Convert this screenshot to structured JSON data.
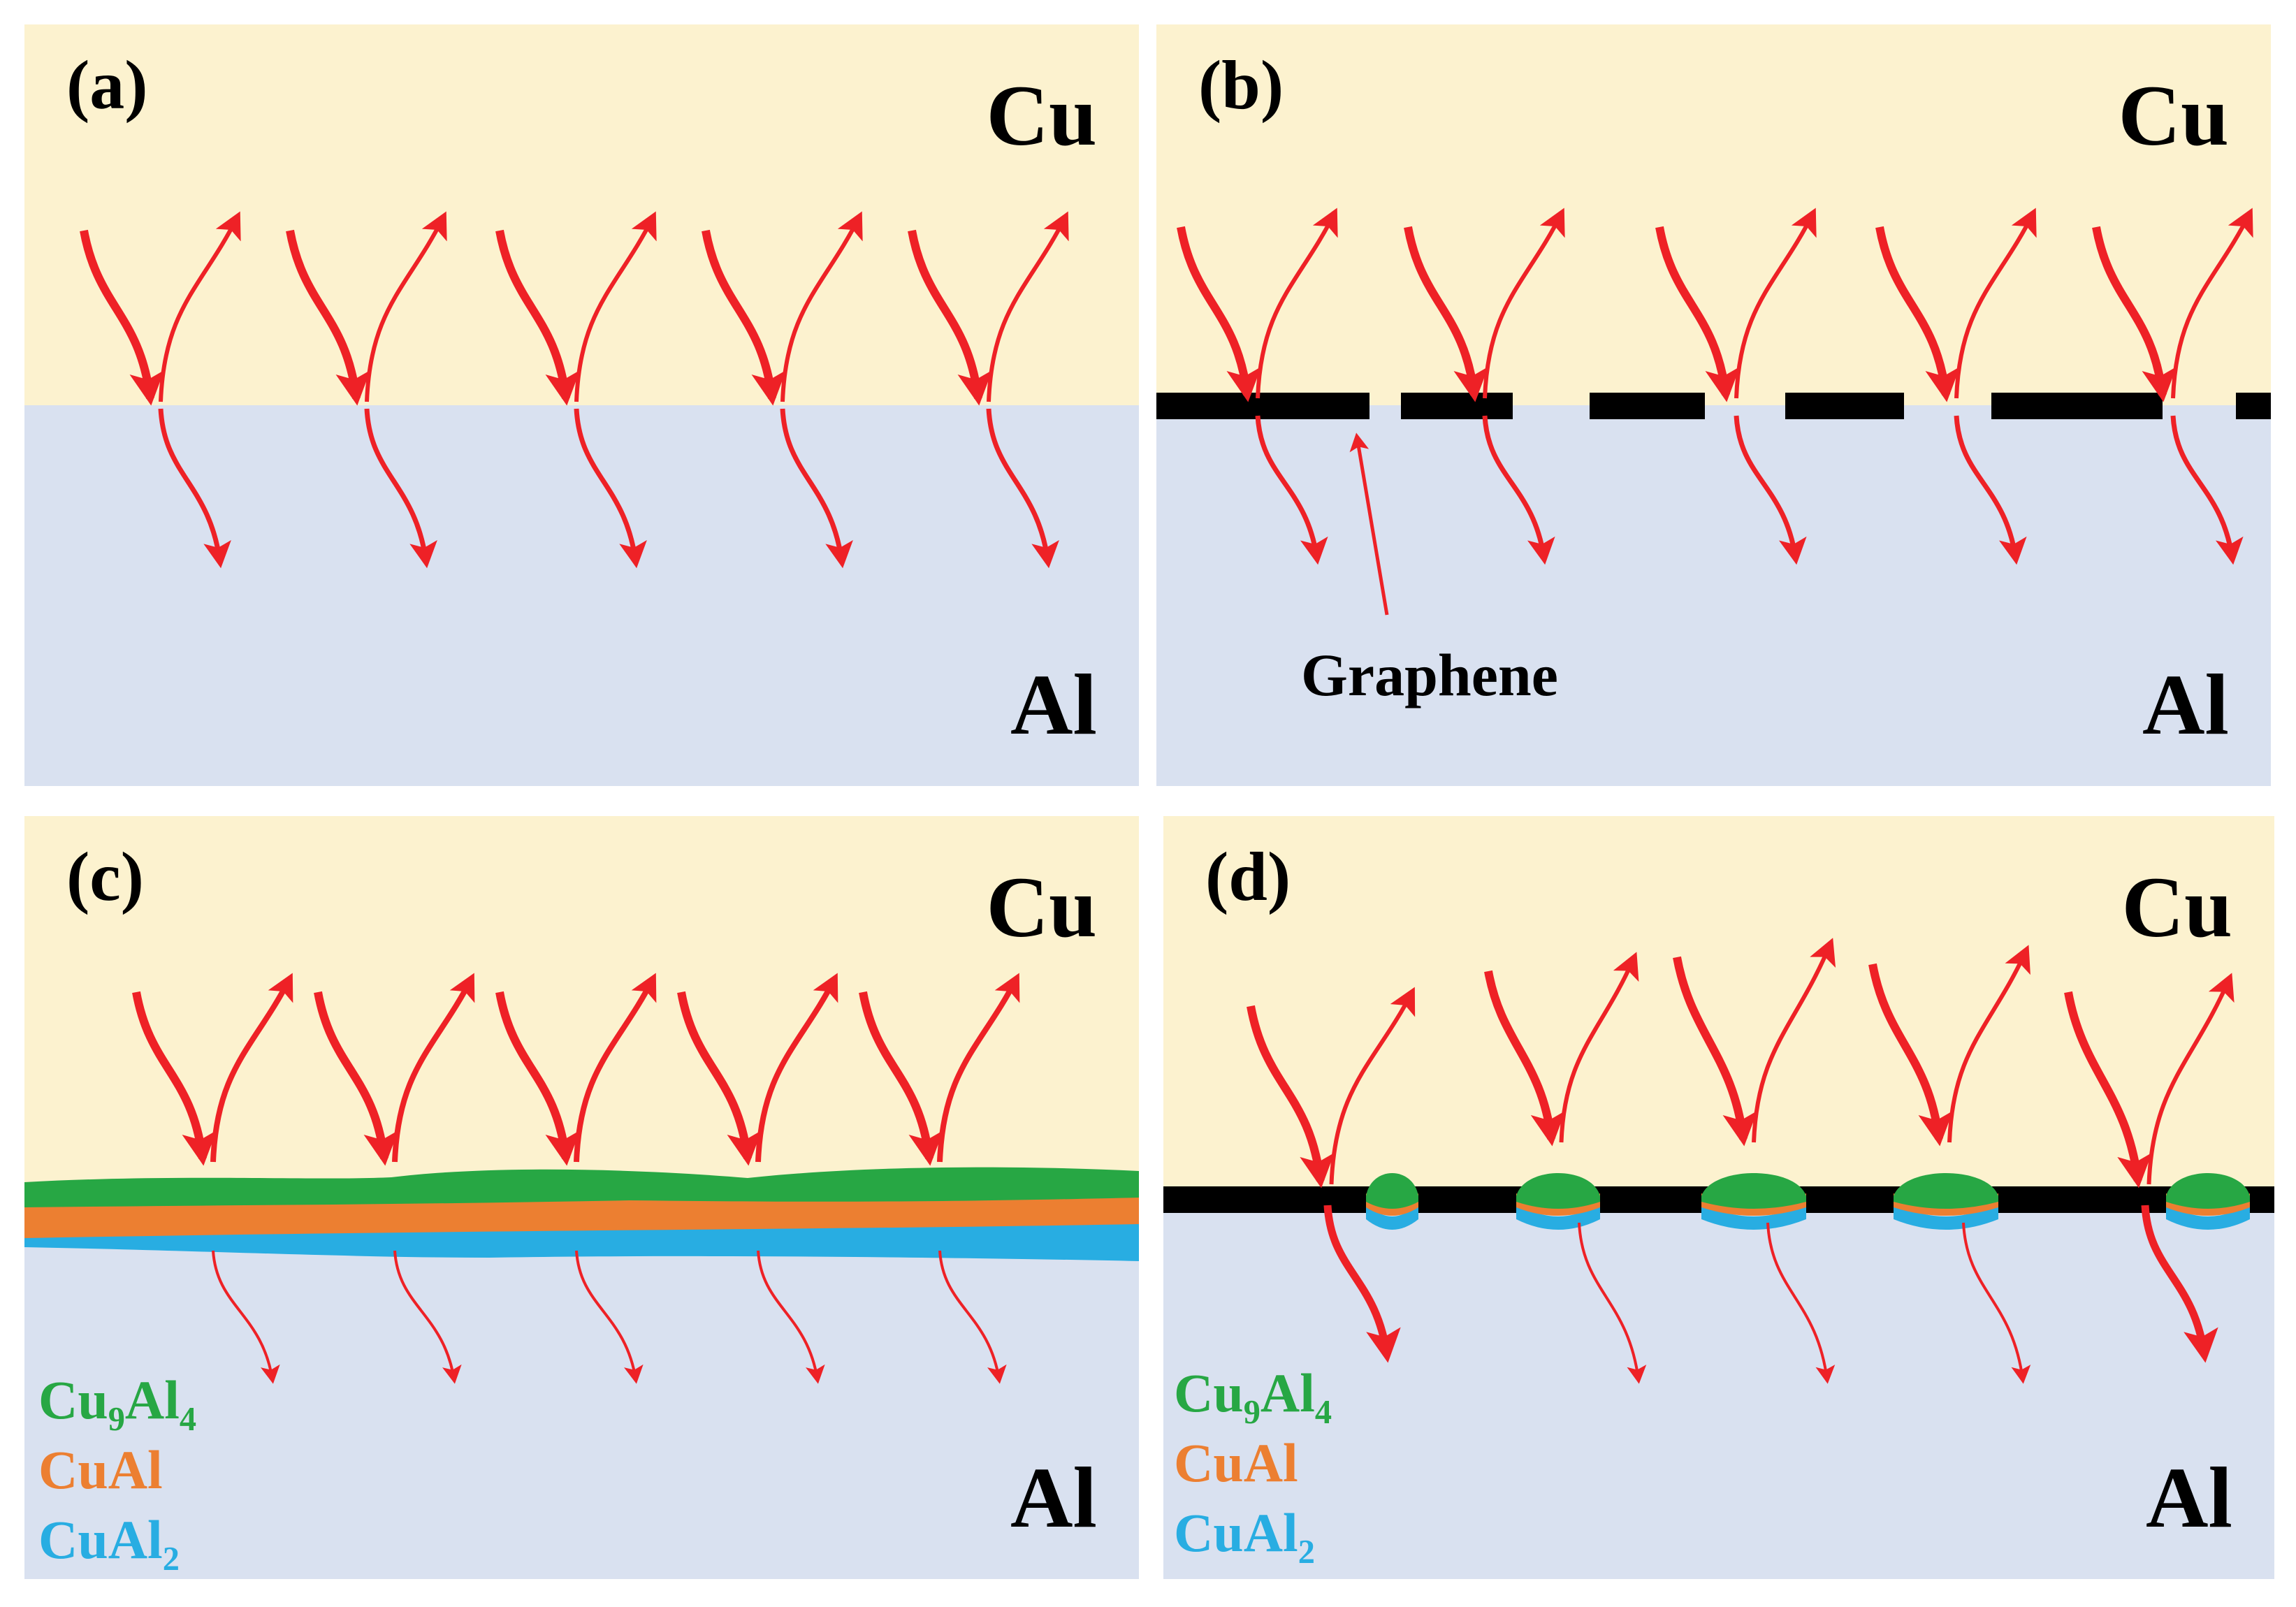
{
  "colors": {
    "cu_region": "#fcf2cf",
    "al_region": "#d9e1f0",
    "arrow": "#ee2126",
    "graphene": "#000000",
    "cu9al4": "#27a744",
    "cual": "#ec7f31",
    "cual2": "#28ade2"
  },
  "panels": [
    {
      "id": "a",
      "tag": "(a)",
      "top_material": "Cu",
      "bottom_material": "Al"
    },
    {
      "id": "b",
      "tag": "(b)",
      "top_material": "Cu",
      "bottom_material": "Al",
      "annotation": "Graphene"
    },
    {
      "id": "c",
      "tag": "(c)",
      "top_material": "Cu",
      "bottom_material": "Al",
      "legend": [
        {
          "base": "Cu",
          "sub1": "9",
          "mid": "Al",
          "sub2": "4",
          "color": "#27a744"
        },
        {
          "base": "CuAl",
          "sub1": "",
          "mid": "",
          "sub2": "",
          "color": "#ec7f31"
        },
        {
          "base": "CuAl",
          "sub1": "2",
          "mid": "",
          "sub2": "",
          "color": "#28ade2"
        }
      ]
    },
    {
      "id": "d",
      "tag": "(d)",
      "top_material": "Cu",
      "bottom_material": "Al",
      "legend": [
        {
          "base": "Cu",
          "sub1": "9",
          "mid": "Al",
          "sub2": "4",
          "color": "#27a744"
        },
        {
          "base": "CuAl",
          "sub1": "",
          "mid": "",
          "sub2": "",
          "color": "#ec7f31"
        },
        {
          "base": "CuAl",
          "sub1": "2",
          "mid": "",
          "sub2": "",
          "color": "#28ade2"
        }
      ]
    }
  ]
}
